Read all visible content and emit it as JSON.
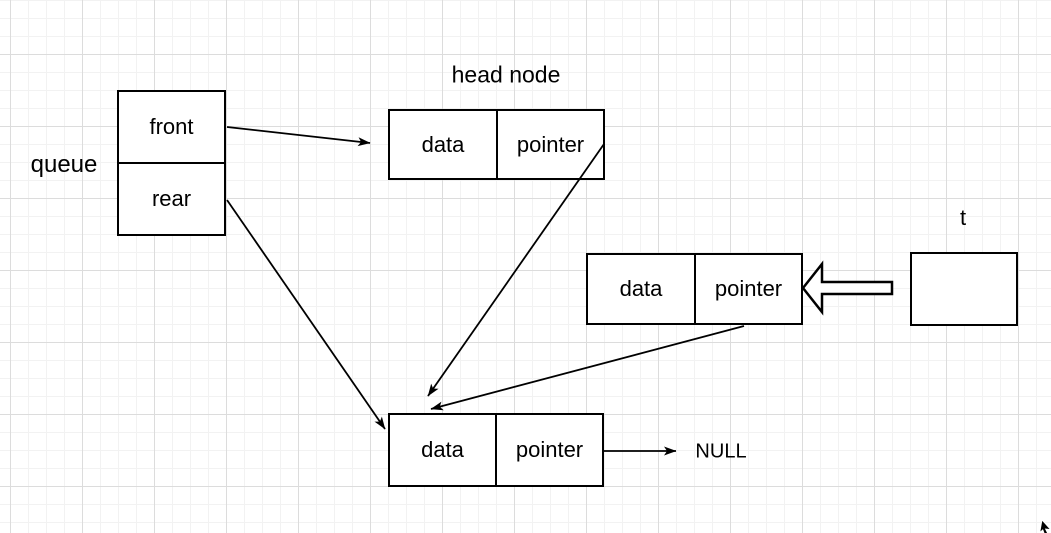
{
  "canvas": {
    "background_color": "#ffffff",
    "grid_minor_color": "#f2f2f2",
    "grid_major_color": "#dcdcdc",
    "stroke_color": "#000000",
    "shape_fill_color": "#ffffff"
  },
  "labels": {
    "queue": "queue",
    "head_node_title": "head node",
    "t": "t",
    "null": "NULL"
  },
  "queue_box": {
    "front": "front",
    "rear": "rear"
  },
  "head_node": {
    "data": "data",
    "pointer": "pointer"
  },
  "new_node": {
    "data": "data",
    "pointer": "pointer"
  },
  "tail_node": {
    "data": "data",
    "pointer": "pointer"
  },
  "icons": {
    "mouse_cursor": "mouse-cursor",
    "block_arrow_left": "hollow-left-block-arrow"
  }
}
